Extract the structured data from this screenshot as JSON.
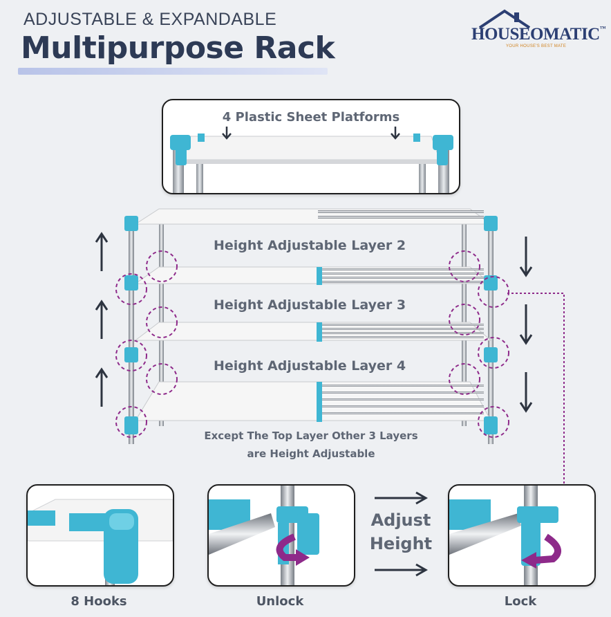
{
  "header": {
    "kicker": "ADJUSTABLE & EXPANDABLE",
    "title": "Multipurpose Rack"
  },
  "brand": {
    "name": "HOUSEOMATIC",
    "tm": "™",
    "tagline": "YOUR HOUSE'S BEST MATE"
  },
  "top_panel": {
    "label": "4 Plastic Sheet Platforms"
  },
  "rack": {
    "layers": [
      "Height Adjustable Layer 2",
      "Height Adjustable Layer 3",
      "Height Adjustable Layer 4"
    ],
    "note_line1": "Except The Top Layer Other 3 Layers",
    "note_line2": "are Height Adjustable"
  },
  "bottom": {
    "hooks_caption": "8 Hooks",
    "unlock_caption": "Unlock",
    "lock_caption": "Lock",
    "adjust_line1": "Adjust",
    "adjust_line2": "Height"
  },
  "colors": {
    "accent_blue": "#3fb6d3",
    "title_navy": "#2d3a55",
    "arrow_purple": "#8e2a8a",
    "circle_purple": "#8e2a8a"
  }
}
